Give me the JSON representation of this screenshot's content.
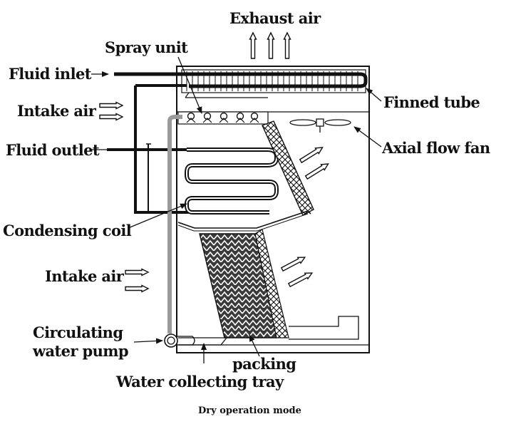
{
  "labels": {
    "exhaust_air": "Exhaust air",
    "spray_unit": "Spray unit",
    "fluid_inlet": "Fluid inlet",
    "intake_air_top": "Intake air",
    "finned_tube": "Finned tube",
    "fluid_outlet": "Fluid outlet",
    "axial_flow_fan": "Axial flow fan",
    "condensing_coil": "Condensing coil",
    "intake_air_bottom": "Intake air",
    "circulating_line1": "Circulating",
    "circulating_line2": "water pump",
    "packing": "packing",
    "water_collecting_tray": "Water collecting tray",
    "caption": "Dry operation mode"
  },
  "colors": {
    "line": "#111111",
    "pipe_gray": "#9a9a9a",
    "background": "#ffffff"
  }
}
